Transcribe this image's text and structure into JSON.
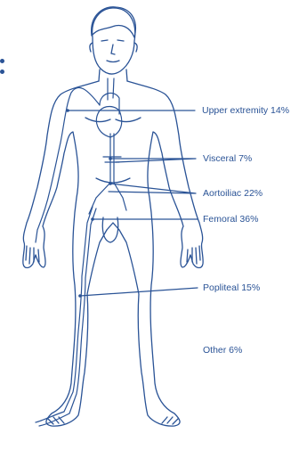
{
  "labels": {
    "upper_extremity": "Upper extremity 14%",
    "visceral": "Visceral 7%",
    "aortoiliac": "Aortoiliac 22%",
    "femoral": "Femoral 36%",
    "popliteal": "Popliteal 15%",
    "other": "Other 6%"
  },
  "colors": {
    "line": "#2a5396",
    "background": "#ffffff"
  }
}
